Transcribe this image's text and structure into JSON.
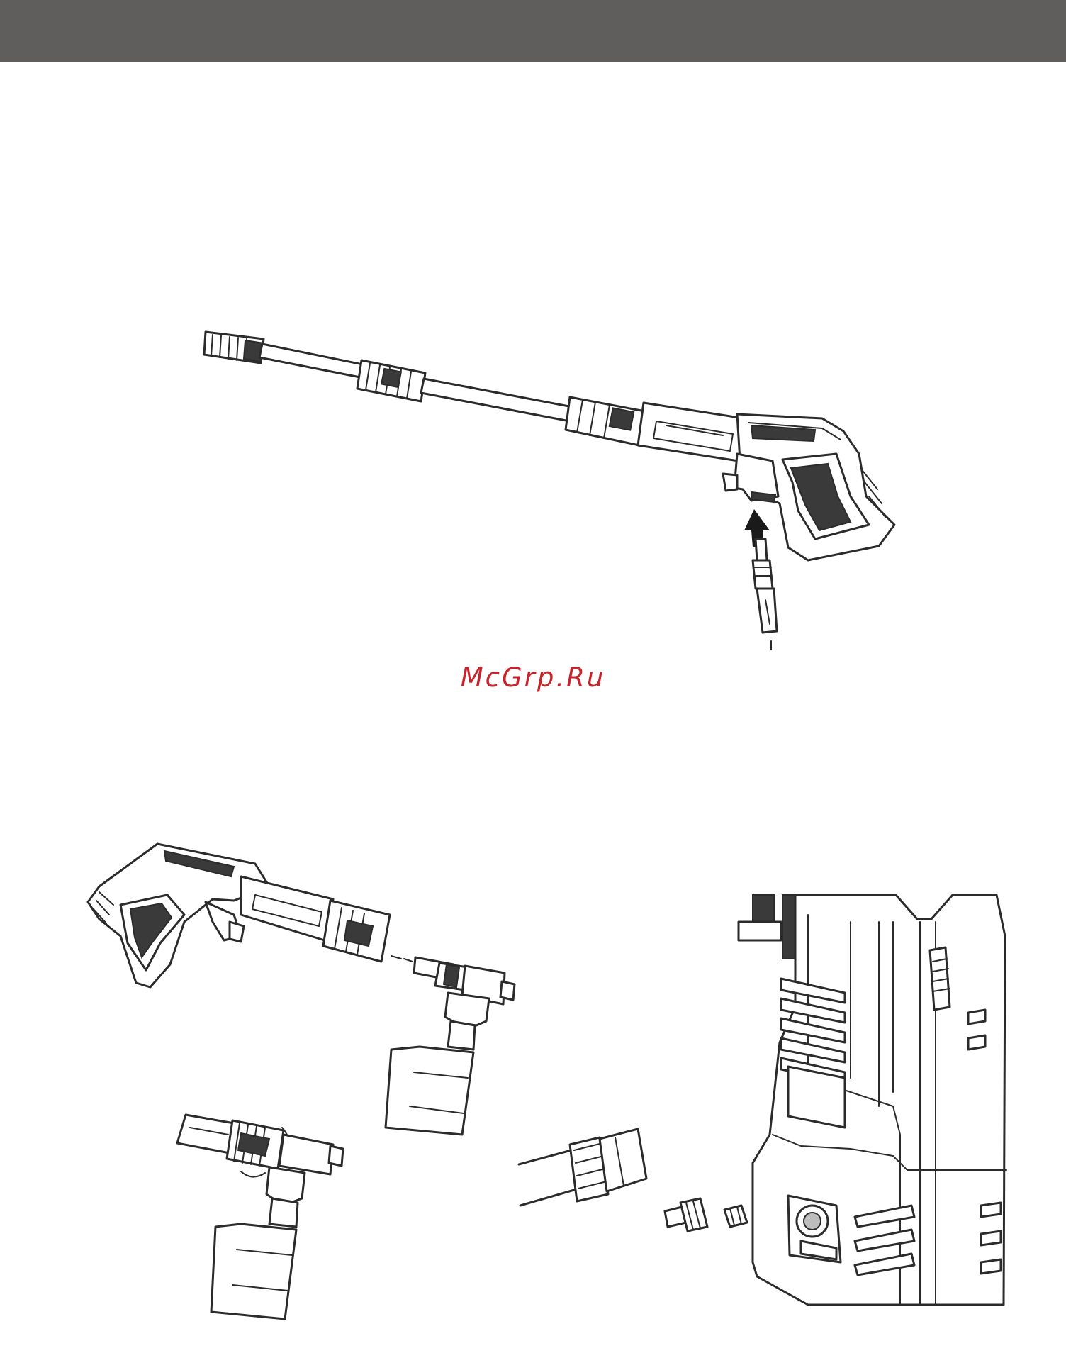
{
  "watermark": {
    "text": "McGrp.Ru",
    "color": "#c8232a"
  },
  "header_bar": {
    "color": "#5f5e5c"
  },
  "figures": [
    {
      "name": "spray-gun-hose-connection",
      "icon": "spray-gun-with-lance-icon"
    },
    {
      "name": "foam-bottle-attachment",
      "icon": "foam-bottle-icon"
    },
    {
      "name": "machine-hose-inlet-connection",
      "icon": "pressure-washer-icon"
    }
  ]
}
